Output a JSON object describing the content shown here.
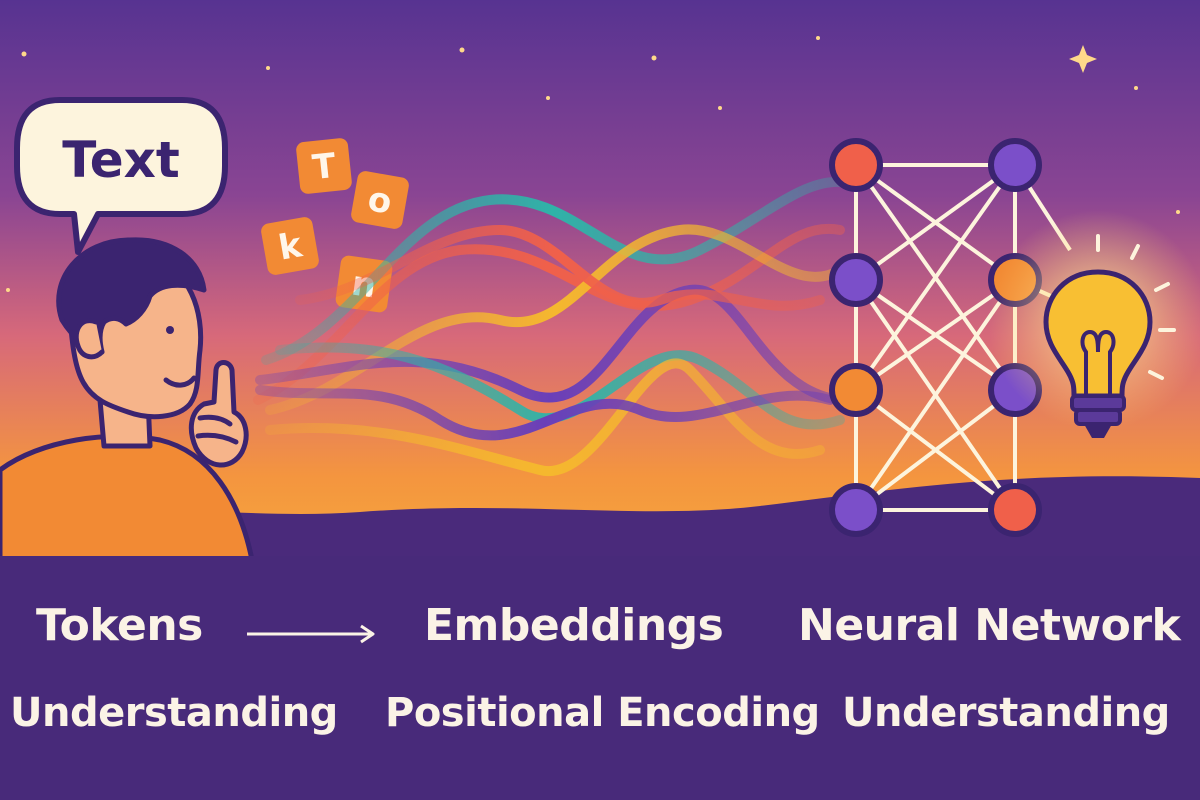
{
  "scene": {
    "speech_bubble_text": "Text",
    "token_letters": [
      "T",
      "o",
      "k",
      "n"
    ],
    "icons": [
      "person",
      "speech-bubble",
      "token-tiles",
      "embedding-waves",
      "neural-network",
      "lightbulb",
      "stars"
    ],
    "colors": {
      "sky_top": "#5a3590",
      "sky_mid": "#b9568a",
      "sky_bottom": "#f5a03c",
      "banner": "#482a7a",
      "accent_orange": "#f28a34",
      "accent_purple": "#7b4fc9",
      "accent_teal": "#2fb3a8",
      "accent_red": "#f0604a",
      "accent_yellow": "#f5b82e"
    }
  },
  "labels": {
    "tokens": "Tokens",
    "embeddings": "Embeddings",
    "neural_network": "Neural Network",
    "understanding_left": "Understanding",
    "positional_encoding": "Positional Encoding",
    "understanding_right": "Understanding"
  }
}
